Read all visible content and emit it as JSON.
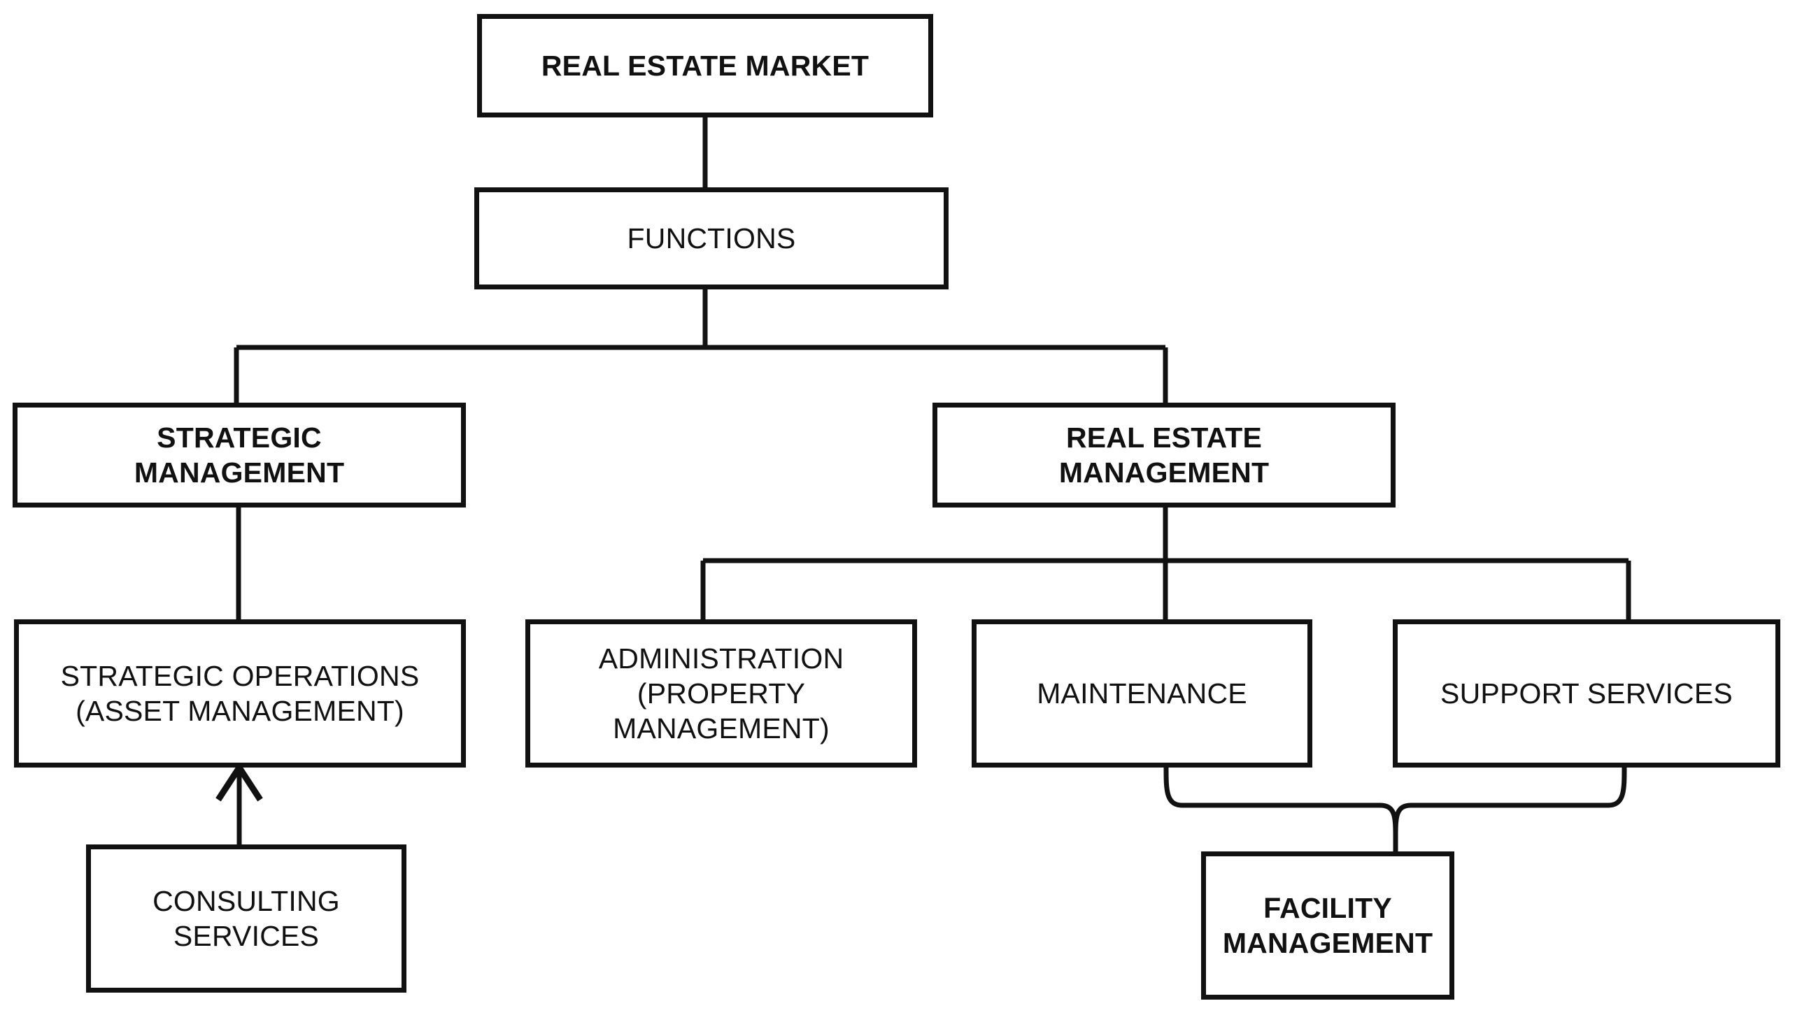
{
  "diagram": {
    "title": "Real Estate Market Functions",
    "type": "org-chart",
    "colors": {
      "background": "#ffffff",
      "stroke": "#111111",
      "text": "#111111"
    },
    "nodes": {
      "real_estate_market": {
        "label": "REAL ESTATE MARKET",
        "bold": true
      },
      "functions": {
        "label": "FUNCTIONS",
        "bold": false
      },
      "strategic_management": {
        "label": "STRATEGIC\nMANAGEMENT",
        "bold": true
      },
      "real_estate_management": {
        "label": "REAL ESTATE\nMANAGEMENT",
        "bold": true
      },
      "strategic_operations": {
        "label": "STRATEGIC OPERATIONS\n(ASSET MANAGEMENT)",
        "bold": false
      },
      "administration": {
        "label": "ADMINISTRATION\n(PROPERTY\nMANAGEMENT)",
        "bold": false
      },
      "maintenance": {
        "label": "MAINTENANCE",
        "bold": false
      },
      "support_services": {
        "label": "SUPPORT SERVICES",
        "bold": false
      },
      "consulting_services": {
        "label": "CONSULTING\nSERVICES",
        "bold": false
      },
      "facility_management": {
        "label": "FACILITY\nMANAGEMENT",
        "bold": true
      }
    },
    "edges": [
      {
        "from": "real_estate_market",
        "to": "functions",
        "style": "straight"
      },
      {
        "from": "functions",
        "to": "strategic_management",
        "style": "elbow"
      },
      {
        "from": "functions",
        "to": "real_estate_management",
        "style": "elbow"
      },
      {
        "from": "strategic_management",
        "to": "strategic_operations",
        "style": "straight"
      },
      {
        "from": "real_estate_management",
        "to": "administration",
        "style": "elbow"
      },
      {
        "from": "real_estate_management",
        "to": "maintenance",
        "style": "straight"
      },
      {
        "from": "real_estate_management",
        "to": "support_services",
        "style": "elbow"
      },
      {
        "from": "consulting_services",
        "to": "strategic_operations",
        "style": "arrow-up"
      },
      {
        "from": "maintenance,support_services",
        "to": "facility_management",
        "style": "brace"
      }
    ]
  }
}
